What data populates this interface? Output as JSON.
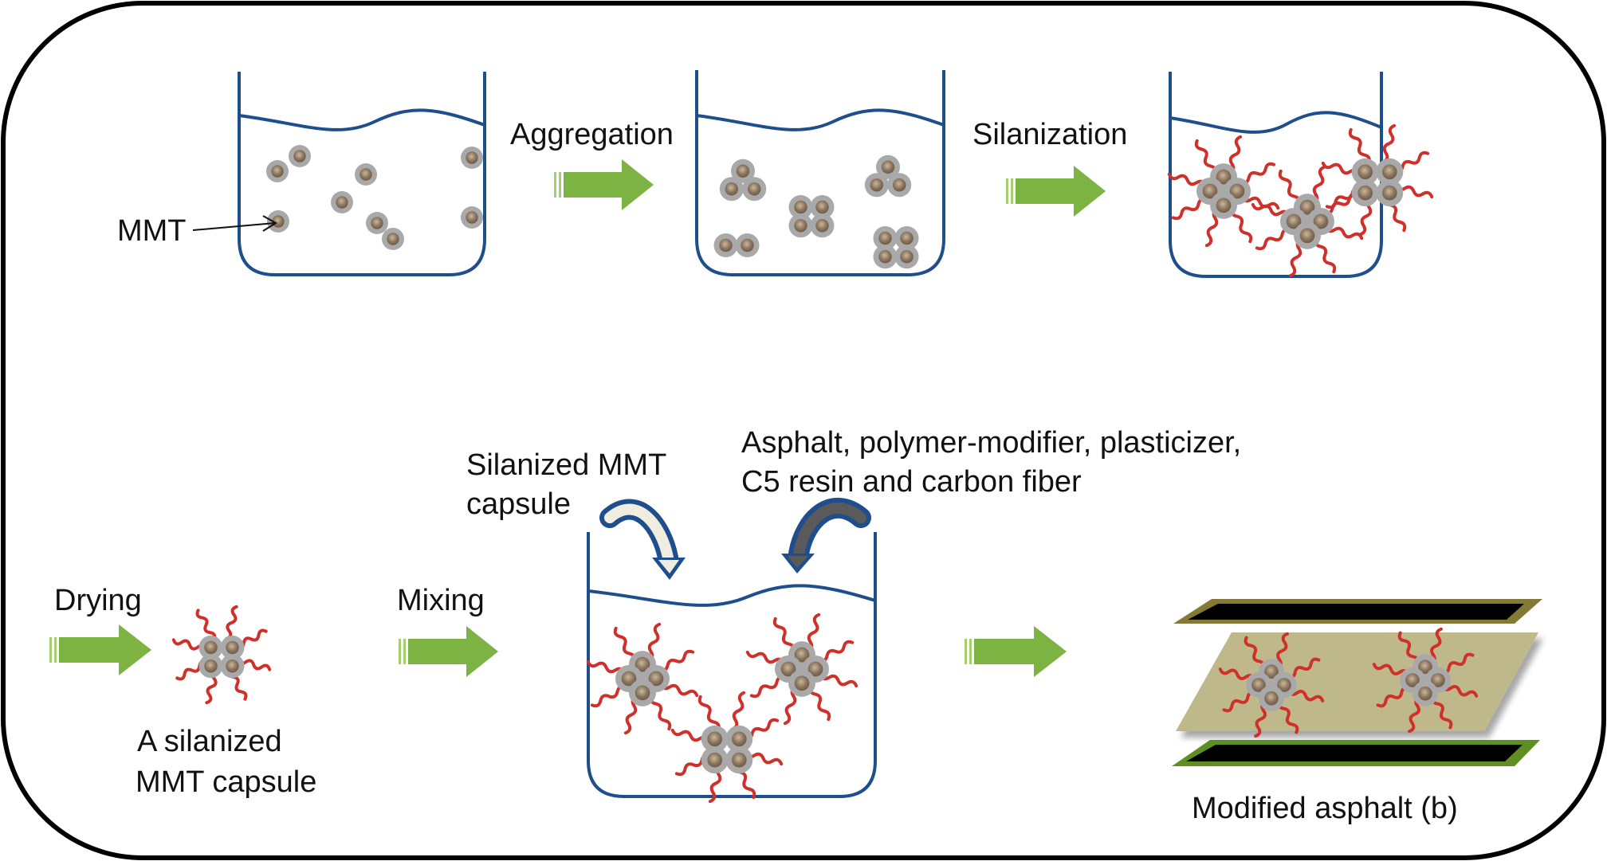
{
  "diagram": {
    "colors": {
      "beaker": "#1f4e8c",
      "arrow": "#7cb342",
      "arrow_light": "#a5cf6e",
      "chain": "#d0302a",
      "particle_shell": "#a9a9a9",
      "particle_core": "#8a7560",
      "asphalt_layer": "#bfb88a",
      "top_plate_rim": "#857a35",
      "bottom_plate_rim": "#5f8f22",
      "plate_fill": "#000000",
      "curved_arrow_light": "#f0ede0",
      "curved_arrow_dark": "#5a5a5a",
      "frame": "#000000"
    },
    "labels": {
      "mmt": "MMT",
      "aggregation": "Aggregation",
      "silanization": "Silanization",
      "drying": "Drying",
      "mixing": "Mixing",
      "capsule_line1": "A silanized",
      "capsule_line2": "MMT capsule",
      "silanized_capsule_line1": "Silanized MMT",
      "silanized_capsule_line2": "capsule",
      "additives_line1": "Asphalt, polymer-modifier, plasticizer,",
      "additives_line2": "C5 resin and carbon fiber",
      "result": "Modified asphalt (b)"
    },
    "steps": [
      {
        "name": "dispersed MMT",
        "particle_count": 9
      },
      {
        "name": "aggregated MMT",
        "cluster_count": 5
      },
      {
        "name": "silanized clusters",
        "cluster_count": 3
      },
      {
        "name": "dried capsule",
        "cluster_count": 1
      },
      {
        "name": "mixing",
        "cluster_count": 3
      },
      {
        "name": "modified asphalt",
        "cluster_count": 2
      }
    ]
  }
}
